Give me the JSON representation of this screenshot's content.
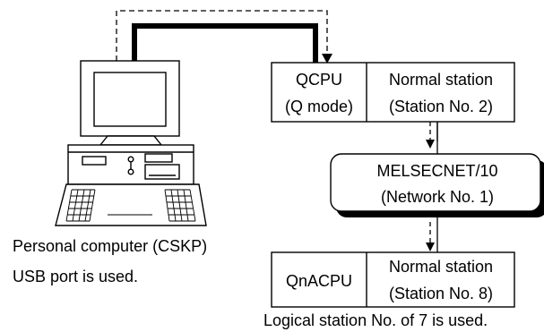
{
  "pc": {
    "caption": "Personal computer (CSKP)",
    "port_note": "USB port is used."
  },
  "station_top": {
    "cpu": [
      "QCPU",
      "(Q mode)"
    ],
    "role": [
      "Normal station",
      "(Station No. 2)"
    ]
  },
  "network": {
    "name": "MELSECNET/10",
    "number": "(Network No. 1)"
  },
  "station_bottom": {
    "cpu": "QnACPU",
    "role": [
      "Normal station",
      "(Station No. 8)"
    ]
  },
  "footer_note": "Logical station No. of 7 is used."
}
